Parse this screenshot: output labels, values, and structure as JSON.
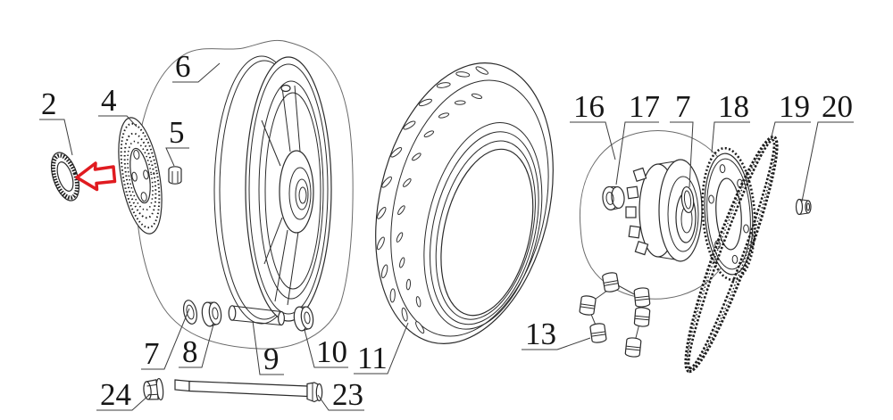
{
  "diagram": {
    "colors": {
      "background": "#ffffff",
      "line": "#2b2b2b",
      "arrow": "#e01b20"
    },
    "annotation": {
      "arrow_direction": "left",
      "arrow_target_label": "2"
    },
    "labels": {
      "l2": "2",
      "l4": "4",
      "l5": "5",
      "l6": "6",
      "l7_bottom": "7",
      "l8": "8",
      "l9": "9",
      "l10": "10",
      "l11": "11",
      "l13": "13",
      "l16": "16",
      "l17": "17",
      "l7_right": "7",
      "l18": "18",
      "l19": "19",
      "l20": "20",
      "l23": "23",
      "l24": "24"
    }
  }
}
